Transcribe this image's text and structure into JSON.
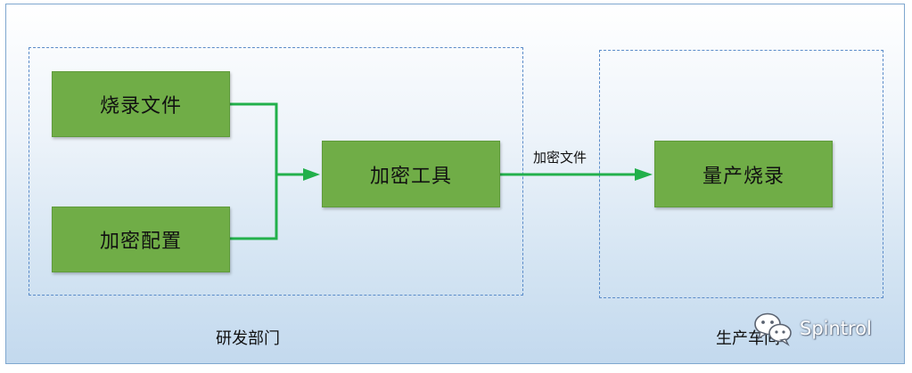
{
  "zones": {
    "rd": {
      "label": "研发部门"
    },
    "production": {
      "label": "生产车间"
    }
  },
  "boxes": {
    "burn_file": "烧录文件",
    "encrypt_config": "加密配置",
    "encrypt_tool": "加密工具",
    "mass_burn": "量产烧录"
  },
  "edge_label": "加密文件",
  "watermark": {
    "text": "Spintrol",
    "icon": "wechat-icon"
  },
  "colors": {
    "box_fill": "#70ad47",
    "connector": "#22b04b",
    "zone_border": "#5b8cc9"
  }
}
